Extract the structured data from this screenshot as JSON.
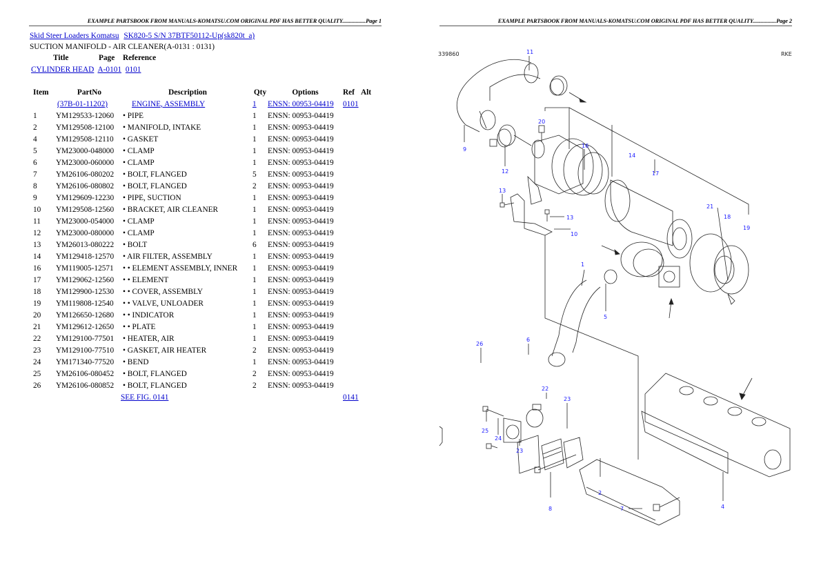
{
  "pages": [
    {
      "header": "EXAMPLE PARTSBOOK FROM MANUALS-KOMATSU.COM ORIGINAL PDF HAS BETTER QUALITY.................Page 1"
    },
    {
      "header": "EXAMPLE PARTSBOOK FROM MANUALS-KOMATSU.COM ORIGINAL PDF HAS BETTER QUALITY.................Page 2"
    }
  ],
  "breadcrumb": {
    "items": [
      {
        "label": "Skid Steer Loaders Komatsu"
      },
      {
        "label": "SK820-5 S/N 37BTF50112-Up(sk820t_a)"
      }
    ]
  },
  "section_title": "SUCTION MANIFOLD - AIR CLEANER(A-0131 : 0131)",
  "reference_table": {
    "headers": {
      "title": "Title",
      "page": "Page",
      "reference": "Reference"
    },
    "rows": [
      {
        "title": "CYLINDER HEAD",
        "page": "A-0101",
        "reference": "0101"
      }
    ]
  },
  "parts_table": {
    "headers": {
      "item": "Item",
      "partno": "PartNo",
      "description": "Description",
      "qty": "Qty",
      "options": "Options",
      "ref": "Ref",
      "alt": "Alt"
    },
    "assembly_row": {
      "item": "",
      "partno": "(37B-01-11202)",
      "description": "ENGINE, ASSEMBLY",
      "qty": "1",
      "options": "ENSN: 00953-04419",
      "ref": "0101",
      "alt": ""
    },
    "rows": [
      {
        "item": "1",
        "partno": "YM129533-12060",
        "description": "• PIPE",
        "qty": "1",
        "options": "ENSN: 00953-04419"
      },
      {
        "item": "2",
        "partno": "YM129508-12100",
        "description": "• MANIFOLD, INTAKE",
        "qty": "1",
        "options": "ENSN: 00953-04419"
      },
      {
        "item": "4",
        "partno": "YM129508-12110",
        "description": "• GASKET",
        "qty": "1",
        "options": "ENSN: 00953-04419"
      },
      {
        "item": "5",
        "partno": "YM23000-048000",
        "description": "• CLAMP",
        "qty": "1",
        "options": "ENSN: 00953-04419"
      },
      {
        "item": "6",
        "partno": "YM23000-060000",
        "description": "• CLAMP",
        "qty": "1",
        "options": "ENSN: 00953-04419"
      },
      {
        "item": "7",
        "partno": "YM26106-080202",
        "description": "• BOLT, FLANGED",
        "qty": "5",
        "options": "ENSN: 00953-04419"
      },
      {
        "item": "8",
        "partno": "YM26106-080802",
        "description": "• BOLT, FLANGED",
        "qty": "2",
        "options": "ENSN: 00953-04419"
      },
      {
        "item": "9",
        "partno": "YM129609-12230",
        "description": "• PIPE, SUCTION",
        "qty": "1",
        "options": "ENSN: 00953-04419"
      },
      {
        "item": "10",
        "partno": "YM129508-12560",
        "description": "• BRACKET, AIR CLEANER",
        "qty": "1",
        "options": "ENSN: 00953-04419"
      },
      {
        "item": "11",
        "partno": "YM23000-054000",
        "description": "• CLAMP",
        "qty": "1",
        "options": "ENSN: 00953-04419"
      },
      {
        "item": "12",
        "partno": "YM23000-080000",
        "description": "• CLAMP",
        "qty": "1",
        "options": "ENSN: 00953-04419"
      },
      {
        "item": "13",
        "partno": "YM26013-080222",
        "description": "• BOLT",
        "qty": "6",
        "options": "ENSN: 00953-04419"
      },
      {
        "item": "14",
        "partno": "YM129418-12570",
        "description": "• AIR FILTER, ASSEMBLY",
        "qty": "1",
        "options": "ENSN: 00953-04419"
      },
      {
        "item": "16",
        "partno": "YM119005-12571",
        "description": "• • ELEMENT ASSEMBLY, INNER",
        "qty": "1",
        "options": "ENSN: 00953-04419"
      },
      {
        "item": "17",
        "partno": "YM129062-12560",
        "description": "• • ELEMENT",
        "qty": "1",
        "options": "ENSN: 00953-04419"
      },
      {
        "item": "18",
        "partno": "YM129900-12530",
        "description": "• • COVER, ASSEMBLY",
        "qty": "1",
        "options": "ENSN: 00953-04419"
      },
      {
        "item": "19",
        "partno": "YM119808-12540",
        "description": "• • VALVE, UNLOADER",
        "qty": "1",
        "options": "ENSN: 00953-04419"
      },
      {
        "item": "20",
        "partno": "YM126650-12680",
        "description": "• • INDICATOR",
        "qty": "1",
        "options": "ENSN: 00953-04419"
      },
      {
        "item": "21",
        "partno": "YM129612-12650",
        "description": "• • PLATE",
        "qty": "1",
        "options": "ENSN: 00953-04419"
      },
      {
        "item": "22",
        "partno": "YM129100-77501",
        "description": "• HEATER, AIR",
        "qty": "1",
        "options": "ENSN: 00953-04419"
      },
      {
        "item": "23",
        "partno": "YM129100-77510",
        "description": "• GASKET, AIR HEATER",
        "qty": "2",
        "options": "ENSN: 00953-04419"
      },
      {
        "item": "24",
        "partno": "YM171340-77520",
        "description": "• BEND",
        "qty": "1",
        "options": "ENSN: 00953-04419"
      },
      {
        "item": "25",
        "partno": "YM26106-080452",
        "description": "• BOLT, FLANGED",
        "qty": "2",
        "options": "ENSN: 00953-04419"
      },
      {
        "item": "26",
        "partno": "YM26106-080852",
        "description": "• BOLT, FLANGED",
        "qty": "2",
        "options": "ENSN: 00953-04419"
      }
    ],
    "footer": {
      "see_fig": "SEE FIG. 0141",
      "ref": "0141"
    }
  },
  "diagram": {
    "corner_left": "339860",
    "corner_right": "RKE",
    "callouts": [
      "11",
      "9",
      "12",
      "20",
      "16",
      "14",
      "17",
      "13",
      "13",
      "10",
      "21",
      "18",
      "19",
      "1",
      "5",
      "26",
      "6",
      "22",
      "23",
      "25",
      "24",
      "23",
      "2",
      "8",
      "7",
      "4"
    ]
  }
}
